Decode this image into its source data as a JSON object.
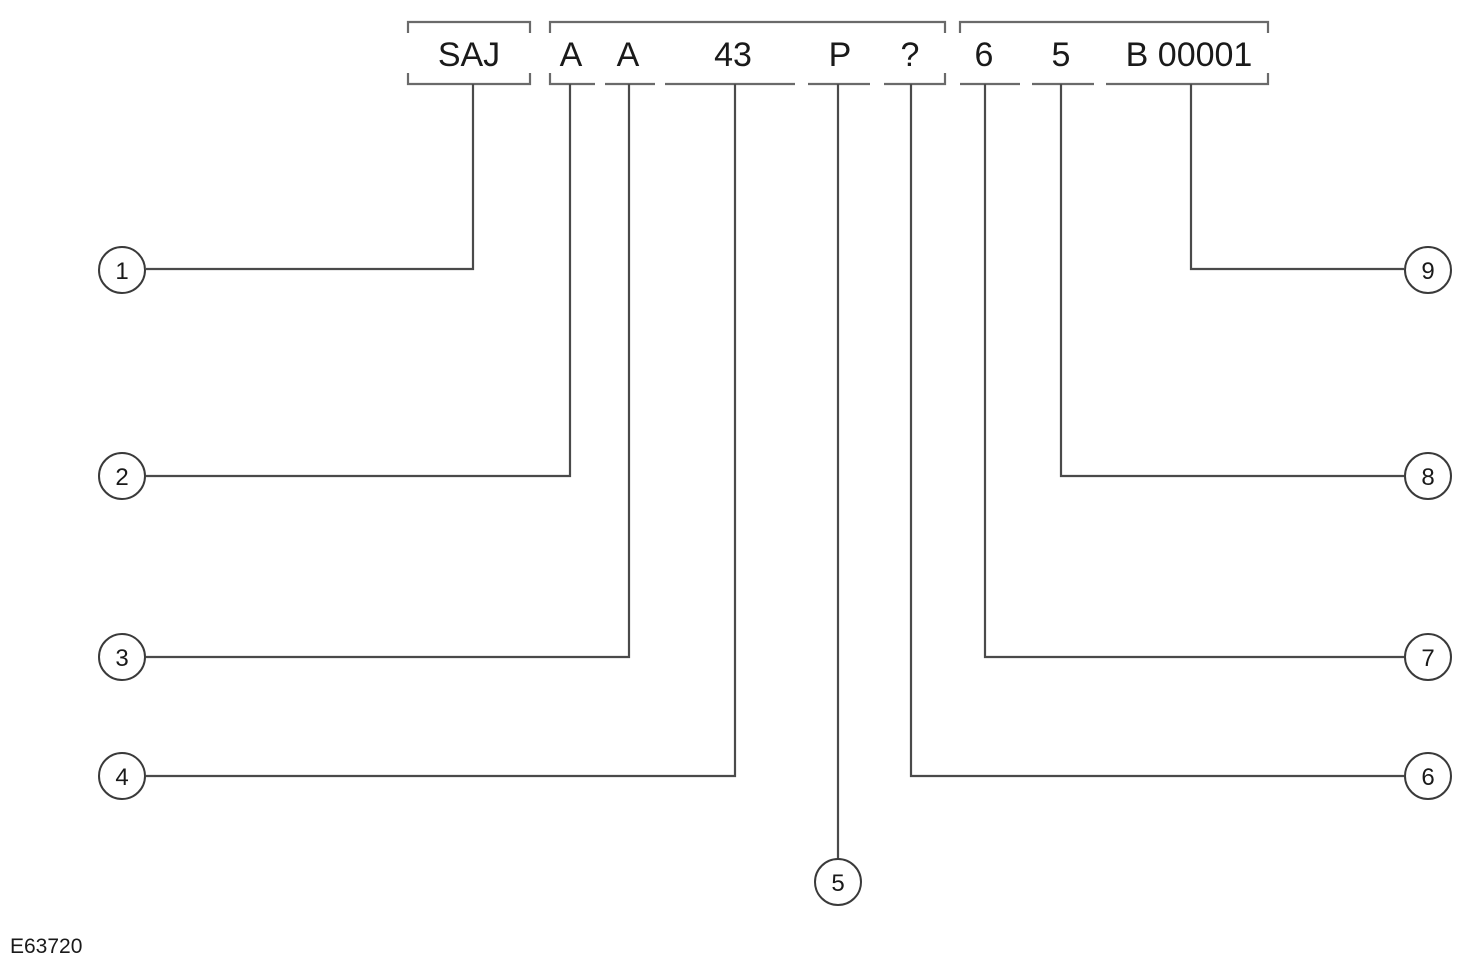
{
  "figure_id": "E63720",
  "vin_segments": [
    {
      "id": "seg-saj",
      "text": "SAJ"
    },
    {
      "id": "seg-a1",
      "text": "A"
    },
    {
      "id": "seg-a2",
      "text": "A"
    },
    {
      "id": "seg-43",
      "text": "43"
    },
    {
      "id": "seg-p",
      "text": "P"
    },
    {
      "id": "seg-q",
      "text": "?"
    },
    {
      "id": "seg-6",
      "text": "6"
    },
    {
      "id": "seg-5",
      "text": "5"
    },
    {
      "id": "seg-b",
      "text": "B 00001"
    }
  ],
  "callouts": [
    {
      "number": "1",
      "segment": "seg-saj"
    },
    {
      "number": "2",
      "segment": "seg-a1"
    },
    {
      "number": "3",
      "segment": "seg-a2"
    },
    {
      "number": "4",
      "segment": "seg-43"
    },
    {
      "number": "5",
      "segment": "seg-p"
    },
    {
      "number": "6",
      "segment": "seg-q"
    },
    {
      "number": "7",
      "segment": "seg-6"
    },
    {
      "number": "8",
      "segment": "seg-5"
    },
    {
      "number": "9",
      "segment": "seg-b"
    }
  ]
}
